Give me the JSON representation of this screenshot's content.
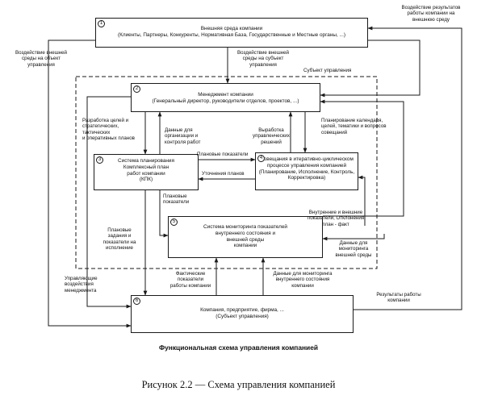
{
  "boxes": {
    "b1": {
      "num": "1",
      "text": "Внешняя среда компании\n(Клиенты, Партнеры, Конкуренты, Нормативная База, Государственные и Местные органы, ...)"
    },
    "b2": {
      "num": "2",
      "text": "Менеджмент компании\n(Генеральный директор, руководители отделов, проектов, ...)"
    },
    "b3": {
      "num": "3",
      "text": "Система планирования\nКомплексный план\nработ компании\n(КПК)"
    },
    "b4": {
      "num": "4",
      "text": "Совещания в итеративно-циклическом\nпроцессе управления компанией\n(Планирование, Исполнение, Контроль,\nКорректировка)"
    },
    "b5": {
      "num": "5",
      "text": "Система мониторинга показателей\nвнутреннего состояния и\nвнешней среды\nкомпании"
    },
    "b6": {
      "num": "6",
      "text": "Компания, предприятие, фирма, ...\n(Субъект управления)"
    }
  },
  "labels": {
    "ext_effect_top_right": "Воздействие результатов\nработы компании на\nвнешнюю среду",
    "ext_effect_left": "Воздействие внешней\nсреды на объект\nуправления",
    "ext_effect_subject": "Воздействие внешней\nсреды на субъект\nуправления",
    "subject_of_management": "Субъект управления",
    "goals_development": "Разработка целей и\nстратегических, тактических\nи оперативных планов",
    "data_for_org": "Данные для\nорганизации и\nконтроля работ",
    "decisions_dev": "Выработка\nуправленческих\nрешений",
    "calendar_planning": "Планирование календаря,\nцелей, тематики и вопросов\nсовещаний",
    "plan_indicators_right": "Плановые показатели",
    "plan_refinement": "Уточнения планов",
    "plan_indicators_down": "Плановые\nпоказатели",
    "internal_external": "Внутренние и внешние\nпоказатели, Отклонения\nплан - факт",
    "plan_tasks": "Плановые\nзадания и\nпоказатели на\nисполнение",
    "monitoring_ext_data": "Данные для\nмониторинга\nвнешней среды",
    "managing_impacts": "Управляющие\nвоздействия\nменеджмента",
    "actual_indicators": "Фактические\nпоказатели\nработы компании",
    "monitoring_int_data": "Данные для мониторинга\nвнутреннего состояния\nкомпании",
    "work_results": "Результаты работы\nкомпании"
  },
  "title": "Функциональная схема управления компанией",
  "caption": "Рисунок 2.2 — Схема управления компанией"
}
